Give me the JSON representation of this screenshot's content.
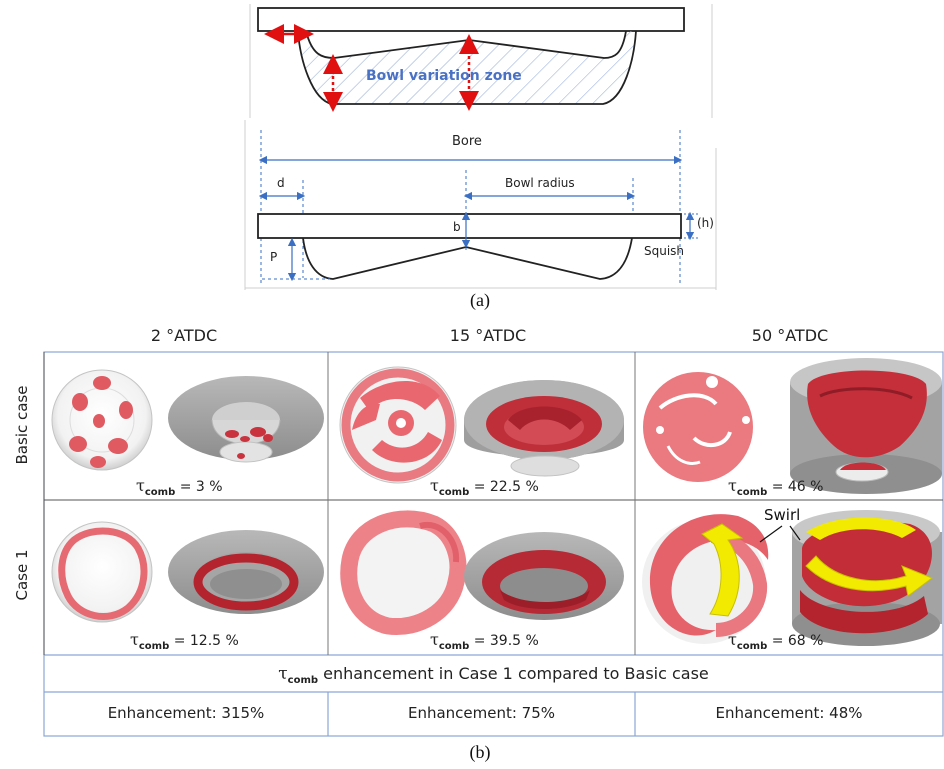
{
  "panel_a": {
    "zone_label": "Bowl variation zone",
    "bore_label": "Bore",
    "d_label": "d",
    "bowl_radius_label": "Bowl radius",
    "b_label": "b",
    "h_label": "(h)",
    "p_label": "P",
    "squish_label": "Squish",
    "caption": "(a)"
  },
  "panel_b": {
    "columns": [
      "2 °ATDC",
      "15 °ATDC",
      "50 °ATDC"
    ],
    "rows": [
      "Basic case",
      "Case 1"
    ],
    "tau_symbol": "τ",
    "tau_sub": "comb",
    "basic_values": [
      "= 3 %",
      "= 22.5 %",
      "= 46 %"
    ],
    "case1_values": [
      "= 12.5 %",
      "= 39.5 %",
      "= 68 %"
    ],
    "swirl_label": "Swirl",
    "enh_title_rest": "enhancement in Case 1 compared to Basic case",
    "enhancements": [
      "Enhancement: 315%",
      "Enhancement: 75%",
      "Enhancement: 48%"
    ],
    "caption": "(b)"
  },
  "colors": {
    "flame": "#d94a55",
    "flame_light": "#f07c82",
    "bowl_gray": "#a9a9a9",
    "arrow_red": "#e01010",
    "dim_blue": "#3a6fc4",
    "swirl_yellow": "#f2ea00",
    "hatch_blue": "#9fb4dc"
  }
}
